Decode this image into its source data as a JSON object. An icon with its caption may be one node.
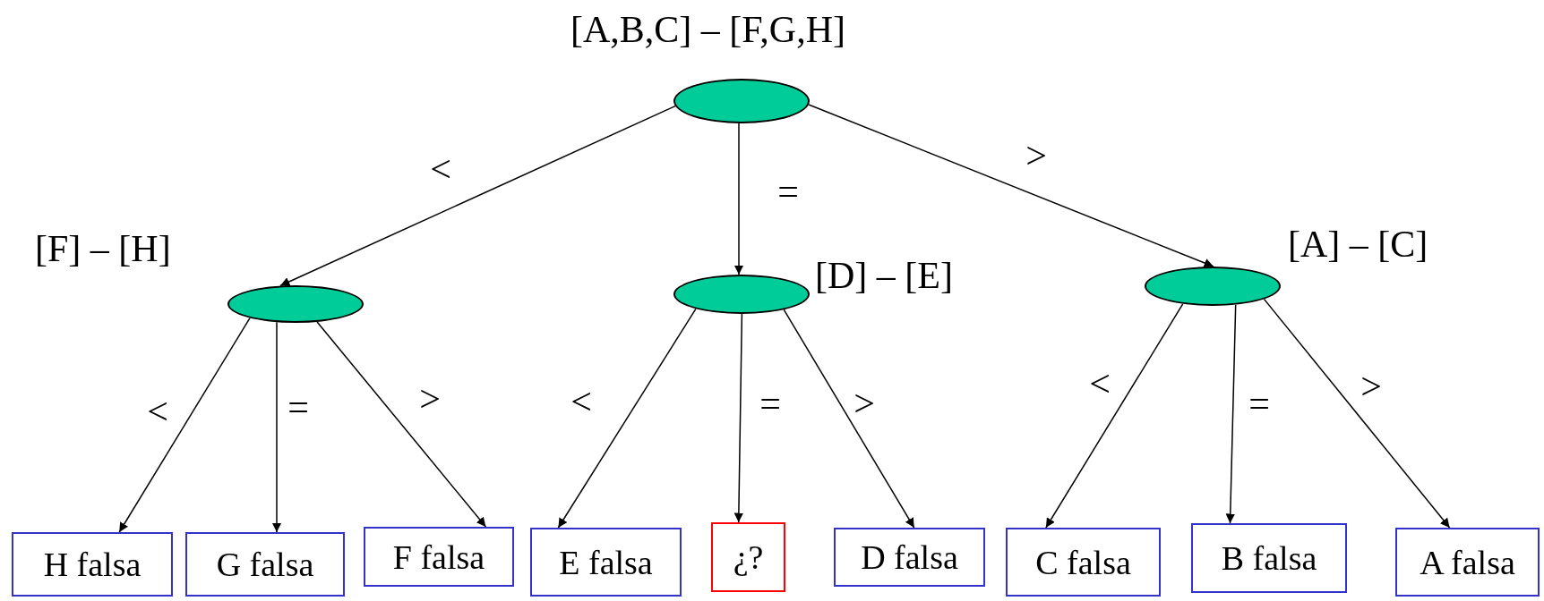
{
  "diagram": {
    "nodes": [
      {
        "text": [
          "[A,B,C] – [F,G,H]"
        ]
      },
      {
        "text": [
          "[F] – [H]"
        ]
      },
      {
        "text": [
          "[D] – [E]"
        ]
      },
      {
        "text": [
          "[A] – [C]"
        ]
      },
      {
        "text": [
          "H falsa"
        ]
      },
      {
        "text": [
          "G falsa"
        ]
      },
      {
        "text": [
          "F falsa"
        ]
      },
      {
        "text": [
          "E falsa"
        ]
      },
      {
        "text": [
          "¿?"
        ]
      },
      {
        "text": [
          "D falsa"
        ]
      },
      {
        "text": [
          "C falsa"
        ]
      },
      {
        "text": [
          "B falsa"
        ]
      },
      {
        "text": [
          "A falsa"
        ]
      }
    ],
    "edges": [
      {
        "from": 0,
        "to": 1,
        "arrow": "to",
        "label": "<"
      },
      {
        "from": 0,
        "to": 2,
        "arrow": "to",
        "label": "="
      },
      {
        "from": 0,
        "to": 3,
        "arrow": "to",
        "label": ">"
      },
      {
        "from": 1,
        "to": 4,
        "arrow": "to",
        "label": "<"
      },
      {
        "from": 1,
        "to": 5,
        "arrow": "to",
        "label": "="
      },
      {
        "from": 1,
        "to": 6,
        "arrow": "to",
        "label": ">"
      },
      {
        "from": 2,
        "to": 7,
        "arrow": "to",
        "label": "<"
      },
      {
        "from": 2,
        "to": 8,
        "arrow": "to",
        "label": "="
      },
      {
        "from": 2,
        "to": 9,
        "arrow": "to",
        "label": ">"
      },
      {
        "from": 3,
        "to": 10,
        "arrow": "to",
        "label": "<"
      },
      {
        "from": 3,
        "to": 11,
        "arrow": "to",
        "label": "="
      },
      {
        "from": 3,
        "to": 12,
        "arrow": "to",
        "label": ">"
      }
    ]
  }
}
